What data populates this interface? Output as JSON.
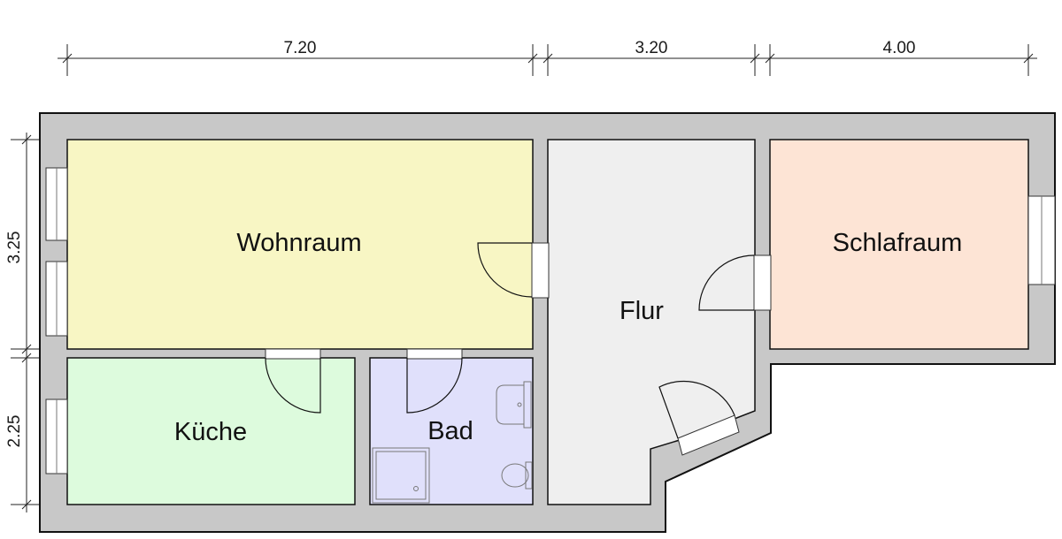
{
  "dimensions": {
    "top": {
      "d1": "7.20",
      "d2": "3.20",
      "d3": "4.00"
    },
    "left": {
      "d1": "3.25",
      "d2": "2.25"
    }
  },
  "rooms": {
    "wohnraum": {
      "label": "Wohnraum",
      "color": "#f8f6c4"
    },
    "flur": {
      "label": "Flur",
      "color": "#efefef"
    },
    "schlafraum": {
      "label": "Schlafraum",
      "color": "#fde4d5"
    },
    "kueche": {
      "label": "Küche",
      "color": "#ddfbdd"
    },
    "bad": {
      "label": "Bad",
      "color": "#e0e0fb"
    }
  },
  "colors": {
    "wall": "#c8c8c8",
    "outline": "#111111"
  }
}
